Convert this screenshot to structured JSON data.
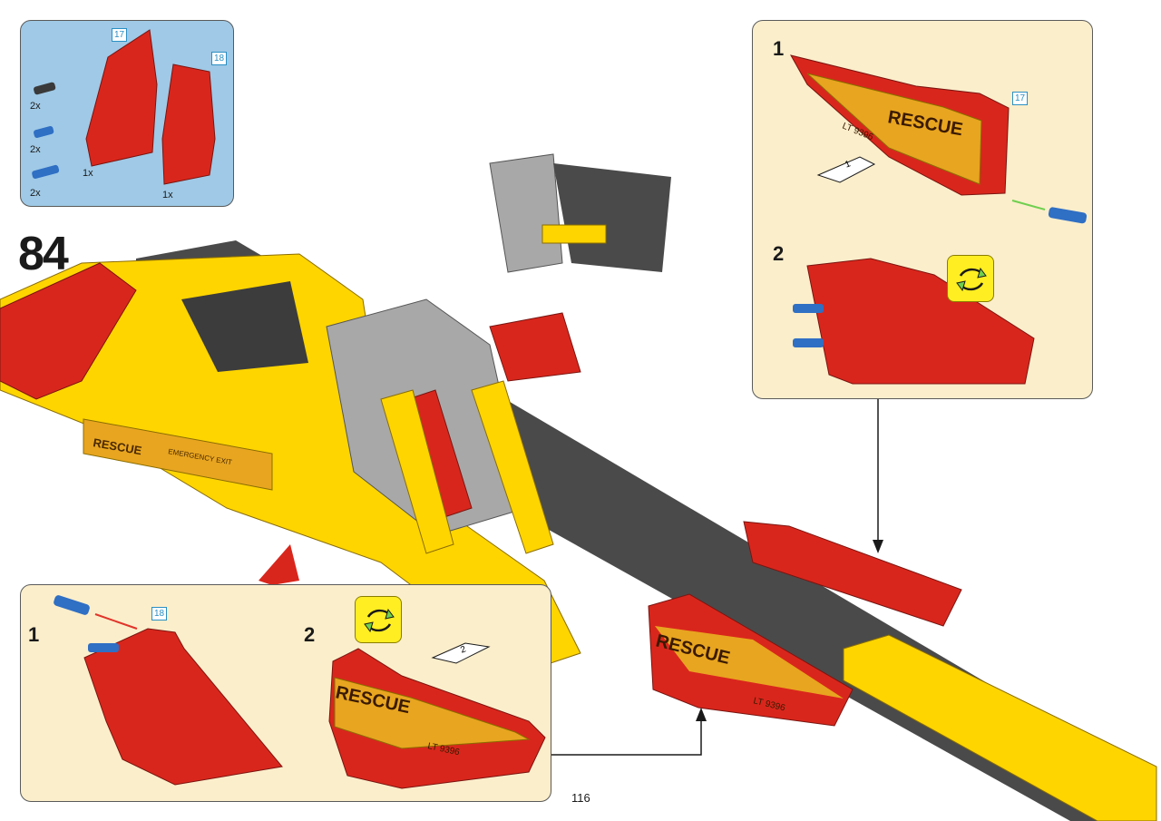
{
  "step": {
    "number": "84"
  },
  "page": {
    "number": "116"
  },
  "parts_list": {
    "items": [
      {
        "qty": "2x",
        "icon": "axle-pin-black-icon"
      },
      {
        "qty": "2x",
        "icon": "axle-pin-blue-short-icon"
      },
      {
        "qty": "2x",
        "icon": "axle-pin-blue-long-icon"
      },
      {
        "qty": "1x",
        "icon": "red-panel-17-icon",
        "part_id": "17"
      },
      {
        "qty": "1x",
        "icon": "red-panel-18-icon",
        "part_id": "18"
      }
    ]
  },
  "subassembly_right": {
    "sub1": {
      "label": "1",
      "part_id": "17"
    },
    "sub2": {
      "label": "2"
    }
  },
  "subassembly_left": {
    "sub1": {
      "label": "1",
      "part_id": "18"
    },
    "sub2": {
      "label": "2"
    }
  },
  "stickers": {
    "rescue": "RESCUE",
    "reg": "LT 9396",
    "emergency": "EMERGENCY EXIT",
    "sticker_right": "1",
    "sticker_left": "2"
  },
  "colors": {
    "red": "#d9261c",
    "yellow": "#ffd500",
    "dark_gray": "#4a4a4a",
    "light_gray": "#a8a8a8",
    "blue": "#2f6fc4",
    "panel_bg": "#fbeecb",
    "parts_bg": "#9fc9e6"
  }
}
